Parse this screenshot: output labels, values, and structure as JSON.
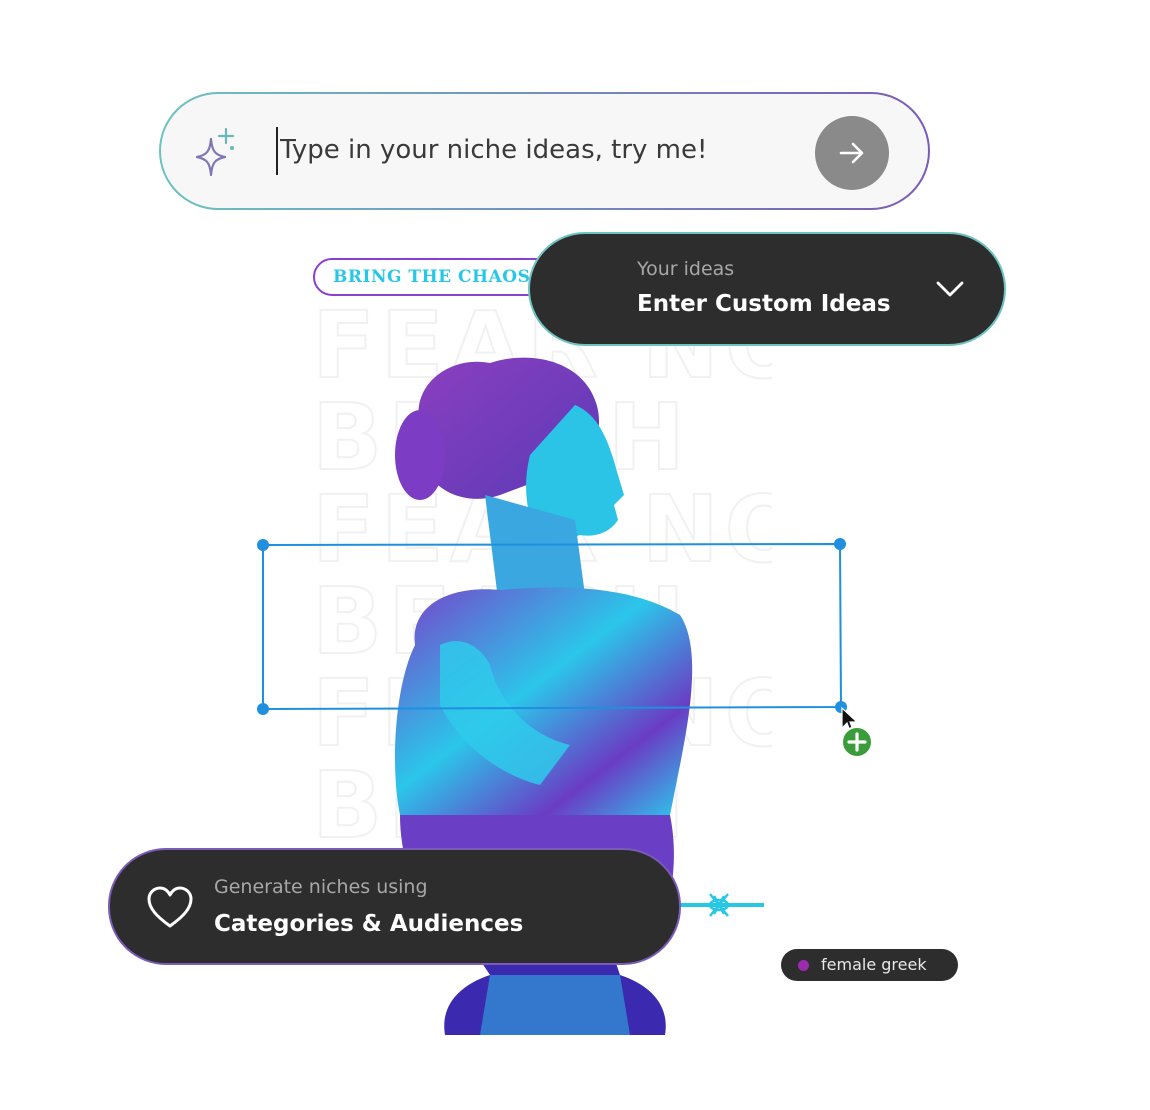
{
  "search": {
    "placeholder": "Type in your niche ideas, try me!",
    "value": "",
    "icon": "sparkle-icon",
    "submit_icon": "arrow-right-icon"
  },
  "tag": {
    "label": "BRING THE CHAOS"
  },
  "poster": {
    "lines": [
      "FEAR NO",
      "BEACH",
      "FEAR NO",
      "BEACH",
      "FEAR NO",
      "BEACH"
    ]
  },
  "ideas_dropdown": {
    "caption": "Your ideas",
    "value": "Enter Custom Ideas",
    "icon": "chevron-down-icon"
  },
  "niche_card": {
    "caption": "Generate niches using",
    "value": "Categories & Audiences",
    "icon": "heart-icon"
  },
  "chip": {
    "label": "female greek",
    "dot_color": "#9d2bb0"
  },
  "colors": {
    "cyan": "#27c7e8",
    "purple": "#8b3fd0",
    "dark_card": "#2d2d2d",
    "selection": "#1f8fdf",
    "add": "#3a9d3a"
  }
}
